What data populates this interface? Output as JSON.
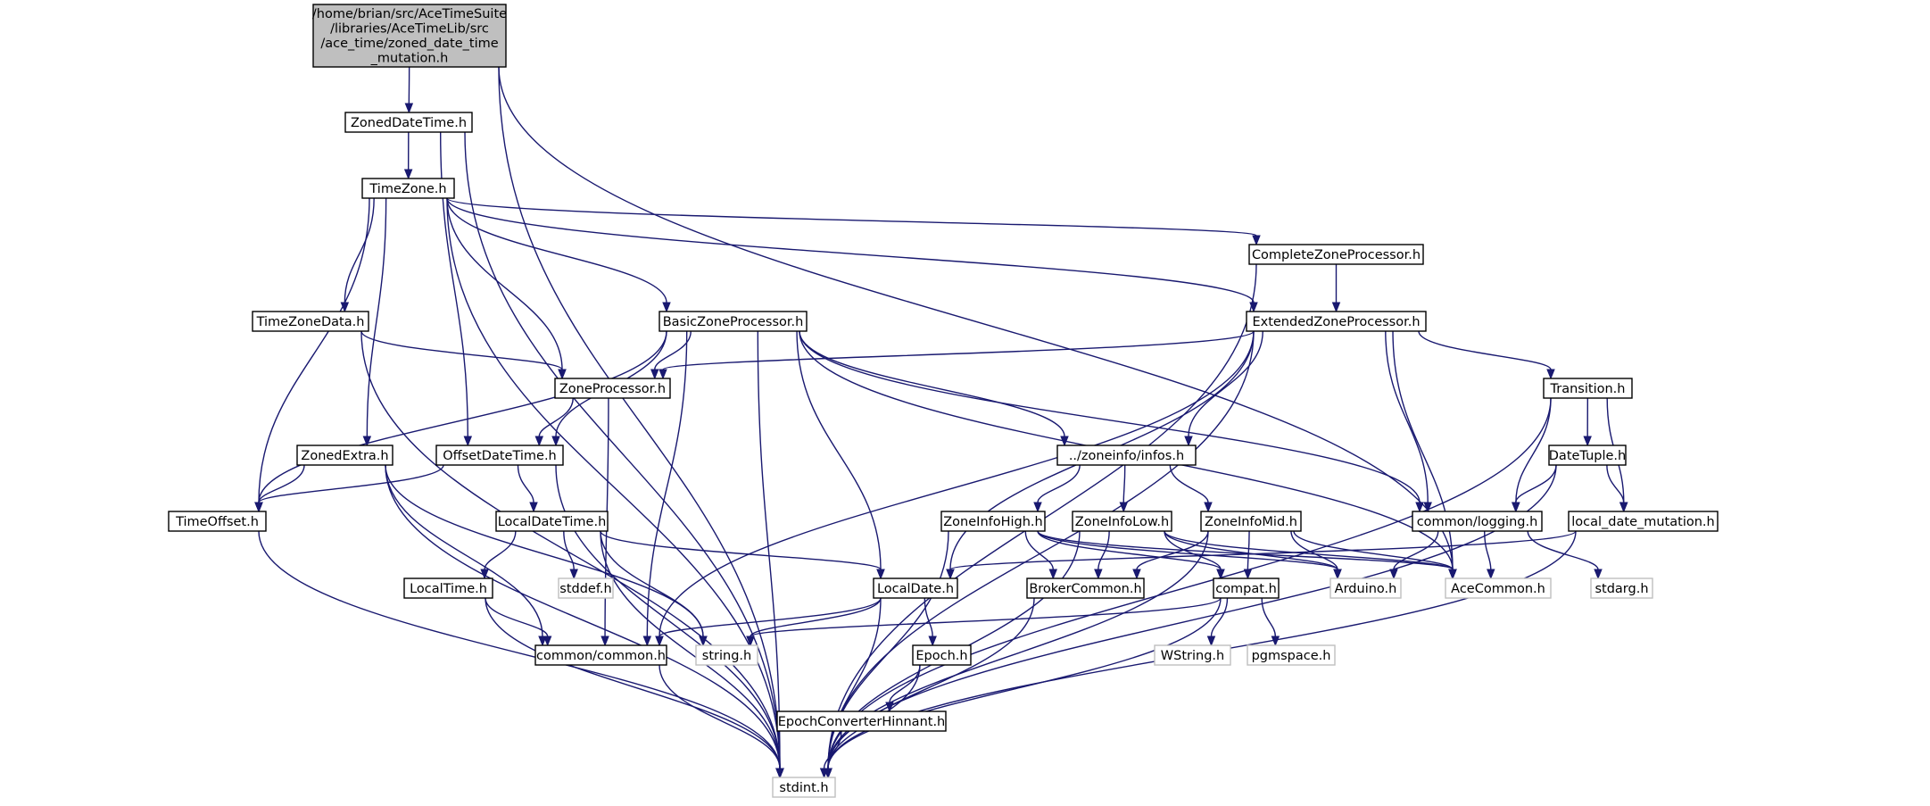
{
  "graph": {
    "root_label_lines": [
      "/home/brian/src/AceTimeSuite",
      "/libraries/AceTimeLib/src",
      "/ace_time/zoned_date_time",
      "_mutation.h"
    ],
    "nodes": [
      {
        "id": "root",
        "label": "/home/brian/src/AceTimeSuite/libraries/AceTimeLib/src/ace_time/zoned_date_time_mutation.h",
        "external": false,
        "root": true
      },
      {
        "id": "zoneddatetime",
        "label": "ZonedDateTime.h",
        "external": false
      },
      {
        "id": "timezone",
        "label": "TimeZone.h",
        "external": false
      },
      {
        "id": "completezoneprocessor",
        "label": "CompleteZoneProcessor.h",
        "external": false
      },
      {
        "id": "timezonedata",
        "label": "TimeZoneData.h",
        "external": false
      },
      {
        "id": "basiczoneprocessor",
        "label": "BasicZoneProcessor.h",
        "external": false
      },
      {
        "id": "extendedzoneprocessor",
        "label": "ExtendedZoneProcessor.h",
        "external": false
      },
      {
        "id": "zoneprocessor",
        "label": "ZoneProcessor.h",
        "external": false
      },
      {
        "id": "transition",
        "label": "Transition.h",
        "external": false
      },
      {
        "id": "zonedextra",
        "label": "ZonedExtra.h",
        "external": false
      },
      {
        "id": "offsetdatetime",
        "label": "OffsetDateTime.h",
        "external": false
      },
      {
        "id": "infos",
        "label": "../zoneinfo/infos.h",
        "external": false
      },
      {
        "id": "datetuple",
        "label": "DateTuple.h",
        "external": false
      },
      {
        "id": "timeoffset",
        "label": "TimeOffset.h",
        "external": false
      },
      {
        "id": "localdatetime",
        "label": "LocalDateTime.h",
        "external": false
      },
      {
        "id": "zoneinfohigh",
        "label": "ZoneInfoHigh.h",
        "external": false
      },
      {
        "id": "zoneinfolow",
        "label": "ZoneInfoLow.h",
        "external": false
      },
      {
        "id": "zoneinfomid",
        "label": "ZoneInfoMid.h",
        "external": false
      },
      {
        "id": "logging",
        "label": "common/logging.h",
        "external": false
      },
      {
        "id": "localdatemutation",
        "label": "local_date_mutation.h",
        "external": false
      },
      {
        "id": "stddef",
        "label": "stddef.h",
        "external": true
      },
      {
        "id": "localtime",
        "label": "LocalTime.h",
        "external": false
      },
      {
        "id": "localdate",
        "label": "LocalDate.h",
        "external": false
      },
      {
        "id": "brokercommon",
        "label": "BrokerCommon.h",
        "external": false
      },
      {
        "id": "compat",
        "label": "compat.h",
        "external": false
      },
      {
        "id": "arduino",
        "label": "Arduino.h",
        "external": true
      },
      {
        "id": "acecommon",
        "label": "AceCommon.h",
        "external": true
      },
      {
        "id": "stdarg",
        "label": "stdarg.h",
        "external": true
      },
      {
        "id": "common",
        "label": "common/common.h",
        "external": false
      },
      {
        "id": "string",
        "label": "string.h",
        "external": true
      },
      {
        "id": "epoch",
        "label": "Epoch.h",
        "external": false
      },
      {
        "id": "wstring",
        "label": "WString.h",
        "external": true
      },
      {
        "id": "pgmspace",
        "label": "pgmspace.h",
        "external": true
      },
      {
        "id": "epochconverter",
        "label": "EpochConverterHinnant.h",
        "external": false
      },
      {
        "id": "stdint",
        "label": "stdint.h",
        "external": true
      }
    ],
    "edges": [
      [
        "root",
        "zoneddatetime"
      ],
      [
        "root",
        "stdint"
      ],
      [
        "root",
        "acecommon"
      ],
      [
        "zoneddatetime",
        "timezone"
      ],
      [
        "zoneddatetime",
        "stdint"
      ],
      [
        "zoneddatetime",
        "offsetdatetime"
      ],
      [
        "timezone",
        "completezoneprocessor"
      ],
      [
        "timezone",
        "extendedzoneprocessor"
      ],
      [
        "timezone",
        "basiczoneprocessor"
      ],
      [
        "timezone",
        "zoneprocessor"
      ],
      [
        "timezone",
        "timezonedata"
      ],
      [
        "timezone",
        "zonedextra"
      ],
      [
        "timezone",
        "timeoffset"
      ],
      [
        "timezone",
        "stdint"
      ],
      [
        "completezoneprocessor",
        "extendedzoneprocessor"
      ],
      [
        "completezoneprocessor",
        "stdint"
      ],
      [
        "extendedzoneprocessor",
        "zoneprocessor"
      ],
      [
        "extendedzoneprocessor",
        "transition"
      ],
      [
        "extendedzoneprocessor",
        "logging"
      ],
      [
        "extendedzoneprocessor",
        "acecommon"
      ],
      [
        "extendedzoneprocessor",
        "infos"
      ],
      [
        "extendedzoneprocessor",
        "localdate"
      ],
      [
        "extendedzoneprocessor",
        "common"
      ],
      [
        "extendedzoneprocessor",
        "stdint"
      ],
      [
        "basiczoneprocessor",
        "zoneprocessor"
      ],
      [
        "basiczoneprocessor",
        "offsetdatetime"
      ],
      [
        "basiczoneprocessor",
        "timeoffset"
      ],
      [
        "basiczoneprocessor",
        "infos"
      ],
      [
        "basiczoneprocessor",
        "logging"
      ],
      [
        "basiczoneprocessor",
        "acecommon"
      ],
      [
        "basiczoneprocessor",
        "localdate"
      ],
      [
        "basiczoneprocessor",
        "common"
      ],
      [
        "basiczoneprocessor",
        "stdint"
      ],
      [
        "timezonedata",
        "zoneprocessor"
      ],
      [
        "timezonedata",
        "stdint"
      ],
      [
        "zoneprocessor",
        "offsetdatetime"
      ],
      [
        "zoneprocessor",
        "common"
      ],
      [
        "zonedextra",
        "timeoffset"
      ],
      [
        "zonedextra",
        "common"
      ],
      [
        "zonedextra",
        "string"
      ],
      [
        "zonedextra",
        "stdint"
      ],
      [
        "offsetdatetime",
        "timeoffset"
      ],
      [
        "offsetdatetime",
        "localdatetime"
      ],
      [
        "offsetdatetime",
        "stdint"
      ],
      [
        "timeoffset",
        "stdint"
      ],
      [
        "localdatetime",
        "localtime"
      ],
      [
        "localdatetime",
        "stddef"
      ],
      [
        "localdatetime",
        "string"
      ],
      [
        "localdatetime",
        "localdate"
      ],
      [
        "localdatetime",
        "stdint"
      ],
      [
        "localtime",
        "common"
      ],
      [
        "localtime",
        "stdint"
      ],
      [
        "infos",
        "zoneinfohigh"
      ],
      [
        "infos",
        "zoneinfolow"
      ],
      [
        "infos",
        "zoneinfomid"
      ],
      [
        "zoneinfohigh",
        "brokercommon"
      ],
      [
        "zoneinfohigh",
        "compat"
      ],
      [
        "zoneinfohigh",
        "arduino"
      ],
      [
        "zoneinfohigh",
        "acecommon"
      ],
      [
        "zoneinfohigh",
        "stdint"
      ],
      [
        "zoneinfolow",
        "brokercommon"
      ],
      [
        "zoneinfolow",
        "compat"
      ],
      [
        "zoneinfolow",
        "arduino"
      ],
      [
        "zoneinfolow",
        "acecommon"
      ],
      [
        "zoneinfolow",
        "stdint"
      ],
      [
        "zoneinfomid",
        "brokercommon"
      ],
      [
        "zoneinfomid",
        "compat"
      ],
      [
        "zoneinfomid",
        "arduino"
      ],
      [
        "zoneinfomid",
        "acecommon"
      ],
      [
        "zoneinfomid",
        "stdint"
      ],
      [
        "transition",
        "datetuple"
      ],
      [
        "transition",
        "logging"
      ],
      [
        "transition",
        "localdatemutation"
      ],
      [
        "transition",
        "stdint"
      ],
      [
        "datetuple",
        "logging"
      ],
      [
        "datetuple",
        "localdatemutation"
      ],
      [
        "datetuple",
        "stdint"
      ],
      [
        "logging",
        "arduino"
      ],
      [
        "logging",
        "acecommon"
      ],
      [
        "logging",
        "stdarg"
      ],
      [
        "localdatemutation",
        "localdate"
      ],
      [
        "localdatemutation",
        "stdint"
      ],
      [
        "localdate",
        "common"
      ],
      [
        "localdate",
        "string"
      ],
      [
        "localdate",
        "epoch"
      ],
      [
        "localdate",
        "stdint"
      ],
      [
        "compat",
        "wstring"
      ],
      [
        "compat",
        "pgmspace"
      ],
      [
        "compat",
        "string"
      ],
      [
        "compat",
        "stdint"
      ],
      [
        "brokercommon",
        "stdint"
      ],
      [
        "common",
        "stdint"
      ],
      [
        "epoch",
        "epochconverter"
      ],
      [
        "epoch",
        "stdint"
      ],
      [
        "epochconverter",
        "stdint"
      ]
    ]
  }
}
